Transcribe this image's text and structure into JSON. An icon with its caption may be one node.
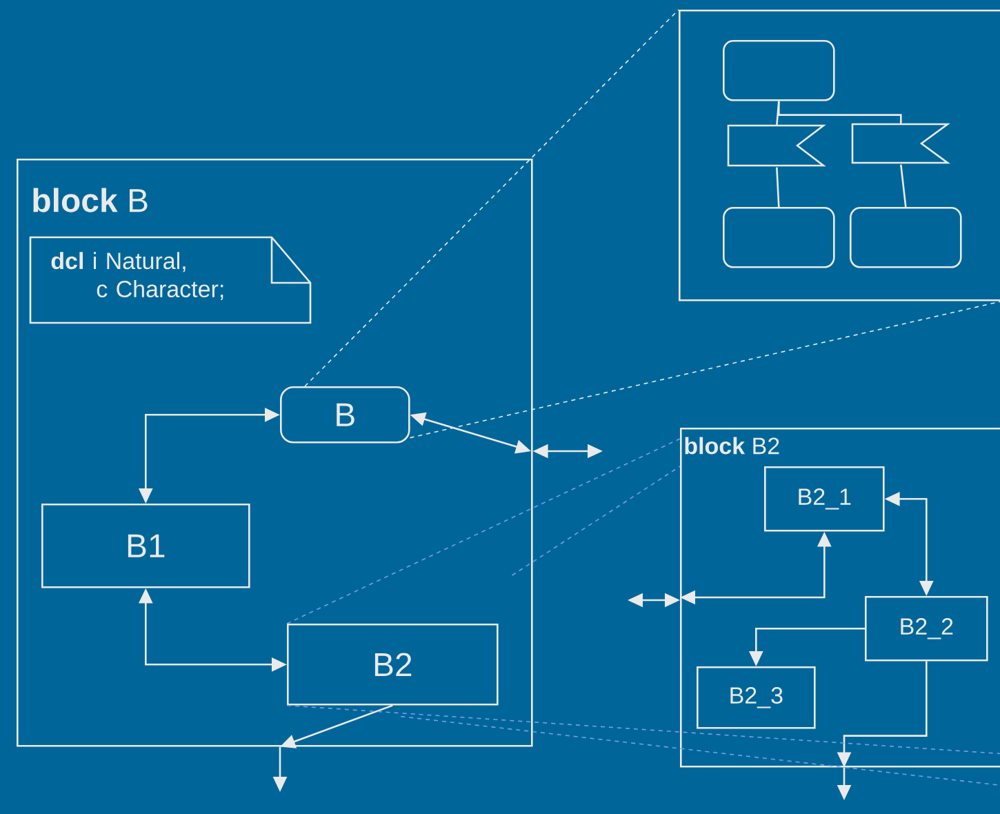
{
  "diagram": {
    "nodes": [
      {
        "text": [
          "**block** B"
        ]
      },
      {
        "text": [
          "**dcl** i Natural, c Character;"
        ],
        "in": 0
      },
      {
        "text": [
          "B"
        ],
        "in": 0
      },
      {
        "text": [
          "B1"
        ],
        "in": 0
      },
      {
        "text": [
          "B2"
        ],
        "in": 0
      },
      {
        "text": [],
        "shape": "box"
      },
      {
        "text": [],
        "shape": "box",
        "in": 5
      },
      {
        "text": [],
        "shape": "flag",
        "in": 5
      },
      {
        "text": [],
        "shape": "flag",
        "in": 5
      },
      {
        "text": [],
        "shape": "box",
        "in": 5
      },
      {
        "text": [],
        "shape": "box",
        "in": 5
      },
      {
        "text": [
          "**block** B2"
        ]
      },
      {
        "text": [
          "B2_1"
        ],
        "in": 11
      },
      {
        "text": [
          "B2_2"
        ],
        "in": 11
      },
      {
        "text": [
          "B2_3"
        ],
        "in": 11
      }
    ],
    "edges": [
      {
        "from": 3,
        "to": 2,
        "arrow": "both"
      },
      {
        "from": 3,
        "to": 4,
        "arrow": "both"
      },
      {
        "from": 2,
        "to": null,
        "arrow": "both"
      },
      {
        "from": 0,
        "to": null,
        "arrow": "both"
      },
      {
        "from": 4,
        "to": 0,
        "arrow": "to"
      },
      {
        "from": 0,
        "to": null,
        "arrow": "to"
      },
      {
        "from": null,
        "to": 11,
        "arrow": "both"
      },
      {
        "from": 11,
        "to": 12,
        "arrow": "both"
      },
      {
        "from": 12,
        "to": 13,
        "arrow": "both"
      },
      {
        "from": 13,
        "to": 14,
        "arrow": "to"
      },
      {
        "from": 13,
        "to": 11,
        "arrow": "to"
      },
      {
        "from": 11,
        "to": null,
        "arrow": "to"
      },
      {
        "from": 6,
        "to": 7,
        "arrow": "none"
      },
      {
        "from": 6,
        "to": 8,
        "arrow": "none"
      },
      {
        "from": 7,
        "to": 9,
        "arrow": "none"
      },
      {
        "from": 8,
        "to": 10,
        "arrow": "none"
      },
      {
        "from": 2,
        "to": 5,
        "arrow": "none",
        "style": "dashed"
      },
      {
        "from": 2,
        "to": 5,
        "arrow": "none",
        "style": "dashed"
      },
      {
        "from": 4,
        "to": 11,
        "arrow": "none",
        "style": "dashed",
        "color": "#7c9ce8"
      },
      {
        "from": 4,
        "to": 11,
        "arrow": "none",
        "style": "dashed",
        "color": "#7c9ce8"
      },
      {
        "from": 4,
        "to": 11,
        "arrow": "none",
        "style": "dashed",
        "color": "#7c9ce8"
      },
      {
        "from": 4,
        "to": 11,
        "arrow": "none",
        "style": "dashed",
        "color": "#7c9ce8"
      }
    ]
  }
}
